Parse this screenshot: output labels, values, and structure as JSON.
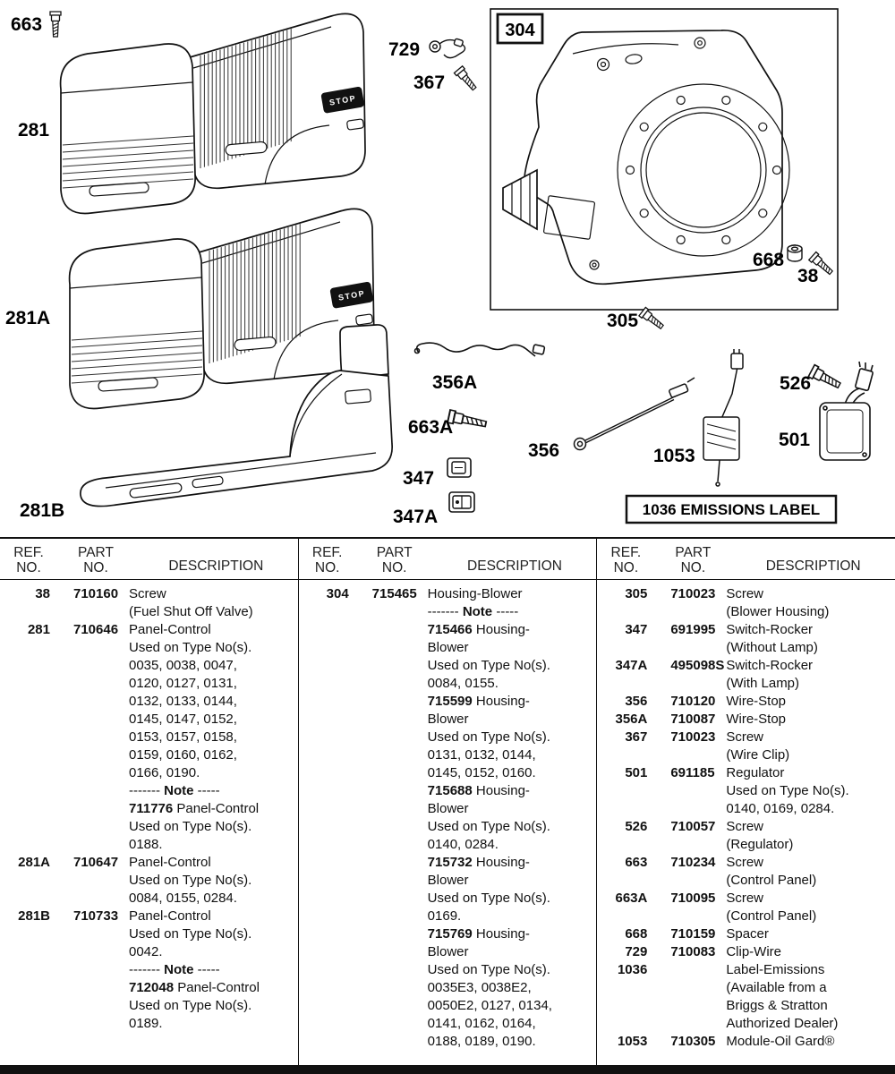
{
  "diagram": {
    "callouts": {
      "c663": "663",
      "c281": "281",
      "c281A": "281A",
      "c281B": "281B",
      "c729": "729",
      "c367": "367",
      "c304": "304",
      "c668": "668",
      "c38": "38",
      "c305": "305",
      "c356A": "356A",
      "c663A": "663A",
      "c356": "356",
      "c1053": "1053",
      "c526": "526",
      "c501": "501",
      "c347": "347",
      "c347A": "347A"
    },
    "stop_label": "STOP",
    "emissions_label": "1036 EMISSIONS LABEL"
  },
  "table": {
    "headers": {
      "ref1": "REF.",
      "ref2": "NO.",
      "part1": "PART",
      "part2": "NO.",
      "desc": "DESCRIPTION"
    },
    "columns": [
      {
        "rows": [
          {
            "ref": "38",
            "part": "710160",
            "lines": [
              "Screw",
              "(Fuel Shut Off Valve)"
            ]
          },
          {
            "ref": "281",
            "part": "710646",
            "lines": [
              "Panel-Control",
              "Used on Type No(s).",
              "0035, 0038, 0047,",
              "0120, 0127, 0131,",
              "0132, 0133, 0144,",
              "0145, 0147, 0152,",
              "0153, 0157, 0158,",
              "0159, 0160, 0162,",
              "0166, 0190.",
              "------- **Note** -----",
              "**711776** Panel-Control",
              "Used on Type No(s).",
              "0188."
            ]
          },
          {
            "ref": "281A",
            "part": "710647",
            "lines": [
              "Panel-Control",
              "Used on Type No(s).",
              "0084, 0155, 0284."
            ]
          },
          {
            "ref": "281B",
            "part": "710733",
            "lines": [
              "Panel-Control",
              "Used on Type No(s).",
              "0042.",
              "------- **Note** -----",
              "**712048** Panel-Control",
              "Used on Type No(s).",
              "0189."
            ]
          }
        ]
      },
      {
        "rows": [
          {
            "ref": "304",
            "part": "715465",
            "lines": [
              "Housing-Blower",
              "------- **Note** -----",
              "**715466** Housing-",
              "Blower",
              "Used on Type No(s).",
              "0084, 0155.",
              "**715599** Housing-",
              "Blower",
              "Used on Type No(s).",
              "0131, 0132, 0144,",
              "0145, 0152, 0160.",
              "**715688** Housing-",
              "Blower",
              "Used on Type No(s).",
              "0140, 0284.",
              "**715732** Housing-",
              "Blower",
              "Used on Type No(s).",
              "0169.",
              "**715769** Housing-",
              "Blower",
              "Used on Type No(s).",
              "0035E3, 0038E2,",
              "0050E2, 0127, 0134,",
              "0141, 0162, 0164,",
              "0188, 0189, 0190."
            ]
          }
        ]
      },
      {
        "rows": [
          {
            "ref": "305",
            "part": "710023",
            "lines": [
              "Screw",
              "(Blower Housing)"
            ]
          },
          {
            "ref": "347",
            "part": "691995",
            "lines": [
              "Switch-Rocker",
              "(Without Lamp)"
            ]
          },
          {
            "ref": "347A",
            "part": "495098S",
            "lines": [
              "Switch-Rocker",
              "(With Lamp)"
            ]
          },
          {
            "ref": "356",
            "part": "710120",
            "lines": [
              "Wire-Stop"
            ]
          },
          {
            "ref": "356A",
            "part": "710087",
            "lines": [
              "Wire-Stop"
            ]
          },
          {
            "ref": "367",
            "part": "710023",
            "lines": [
              "Screw",
              "(Wire Clip)"
            ]
          },
          {
            "ref": "501",
            "part": "691185",
            "lines": [
              "Regulator",
              "Used on Type No(s).",
              "0140, 0169, 0284."
            ]
          },
          {
            "ref": "526",
            "part": "710057",
            "lines": [
              "Screw",
              "(Regulator)"
            ]
          },
          {
            "ref": "663",
            "part": "710234",
            "lines": [
              "Screw",
              "(Control Panel)"
            ]
          },
          {
            "ref": "663A",
            "part": "710095",
            "lines": [
              "Screw",
              "(Control Panel)"
            ]
          },
          {
            "ref": "668",
            "part": "710159",
            "lines": [
              "Spacer"
            ]
          },
          {
            "ref": "729",
            "part": "710083",
            "lines": [
              "Clip-Wire"
            ]
          },
          {
            "ref": "1036",
            "part": "",
            "lines": [
              "Label-Emissions",
              "(Available from a",
              "Briggs & Stratton",
              "Authorized Dealer)"
            ]
          },
          {
            "ref": "1053",
            "part": "710305",
            "lines": [
              "Module-Oil Gard®"
            ]
          }
        ]
      }
    ]
  }
}
